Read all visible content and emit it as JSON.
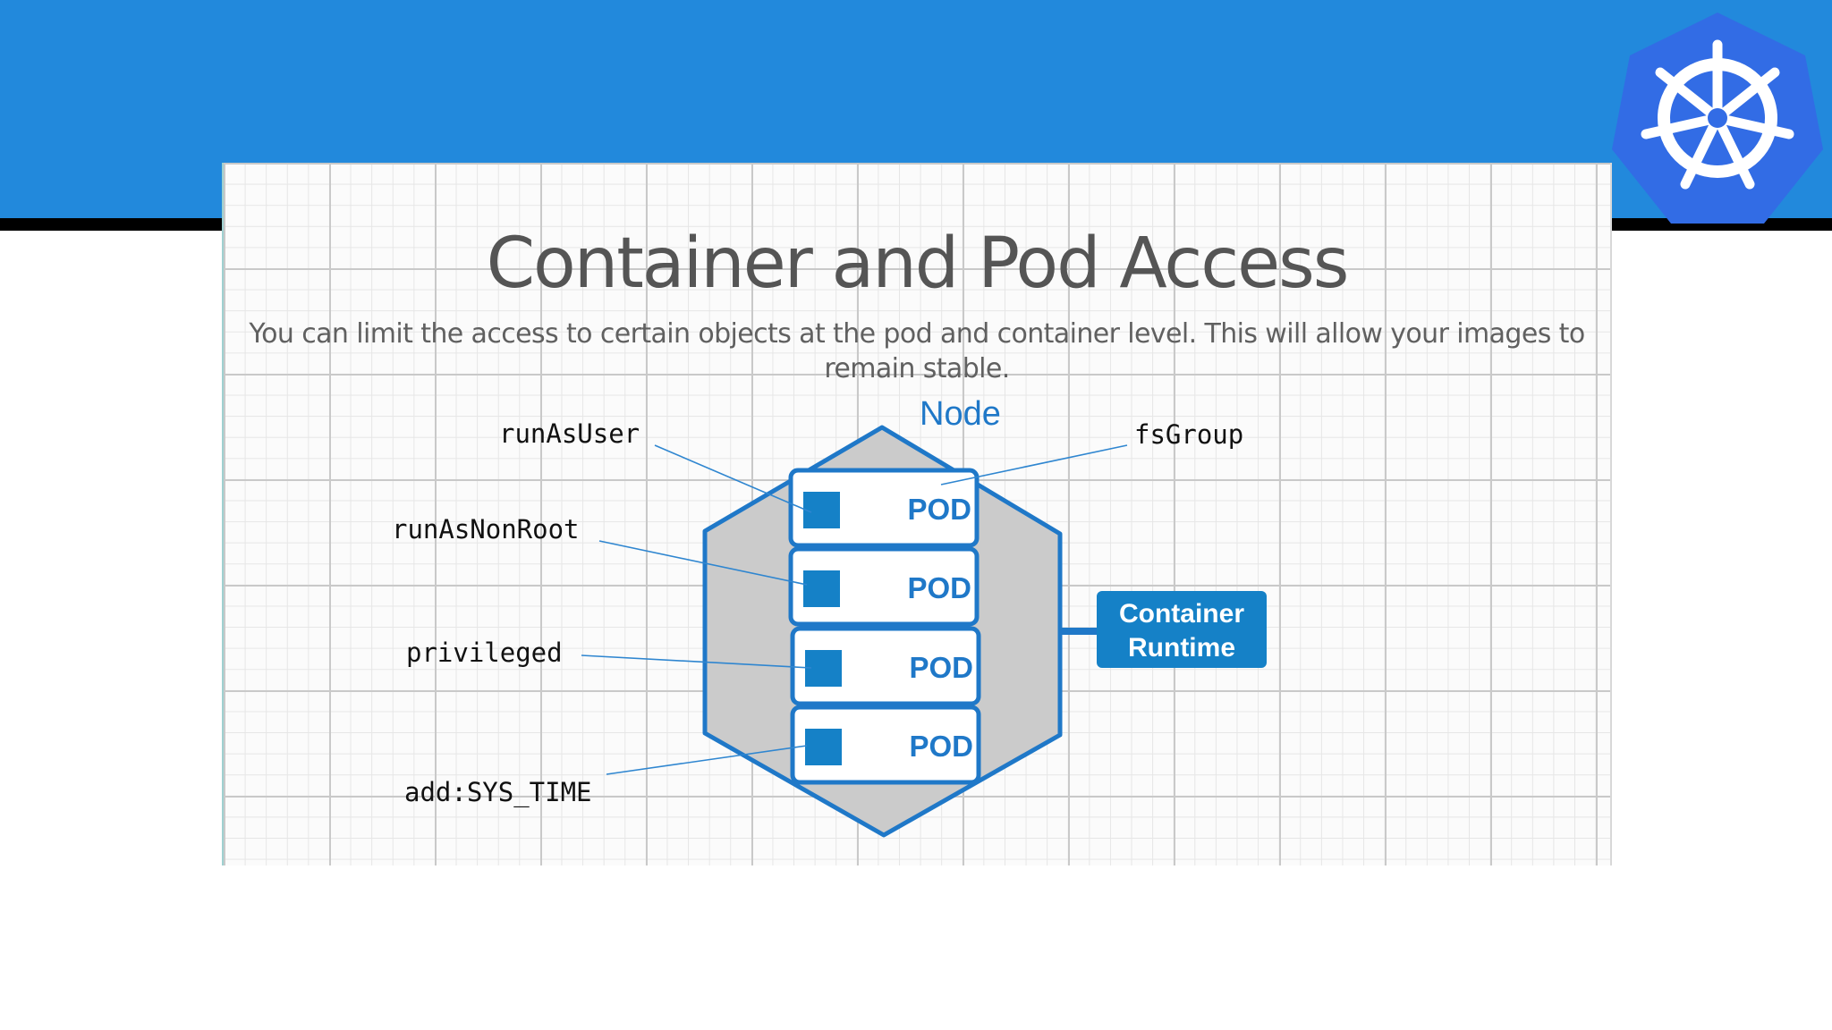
{
  "slide": {
    "title": "Container and Pod Access",
    "subtitle": "You can limit the access to certain objects at the pod and container level. This will allow your images to remain stable."
  },
  "diagram": {
    "node_label": "Node",
    "pods": [
      {
        "label": "POD"
      },
      {
        "label": "POD"
      },
      {
        "label": "POD"
      },
      {
        "label": "POD"
      }
    ],
    "runtime": {
      "line1": "Container",
      "line2": "Runtime"
    },
    "callouts": [
      {
        "text": "runAsUser"
      },
      {
        "text": "runAsNonRoot"
      },
      {
        "text": "privileged"
      },
      {
        "text": "add:SYS_TIME"
      },
      {
        "text": "fsGroup"
      }
    ]
  },
  "colors": {
    "header_blue": "#2289dc",
    "node_blue": "#1f78c8",
    "runtime_blue": "#1581c7",
    "node_fill": "#cbcbcb"
  },
  "icons": [
    "kubernetes-helm-logo"
  ]
}
